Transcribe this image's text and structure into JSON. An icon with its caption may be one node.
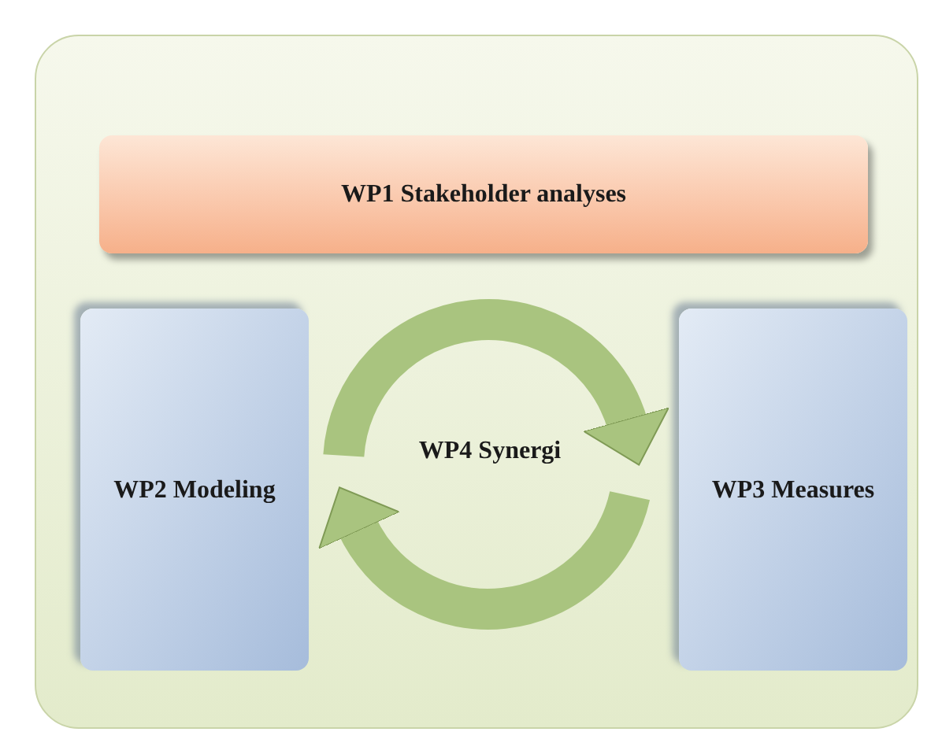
{
  "diagram": {
    "nodes": [
      {
        "text": [],
        "shape": "box"
      },
      {
        "text": [
          "WP1 Stakeholder analyses"
        ],
        "in": 0
      },
      {
        "text": [
          "WP2 Modeling"
        ],
        "in": 0
      },
      {
        "text": [
          "WP4 Synergi"
        ],
        "in": 0
      },
      {
        "text": [
          "WP3 Measures"
        ],
        "in": 0
      }
    ],
    "edges": [
      {
        "from": 2,
        "to": 4,
        "arrow": "to"
      },
      {
        "from": 4,
        "to": 2,
        "arrow": "to"
      }
    ]
  }
}
